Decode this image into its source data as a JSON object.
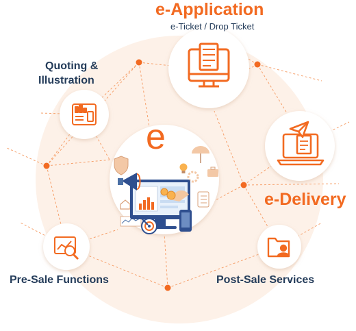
{
  "title": "e-Application",
  "subtitle": "e-Ticket / Drop Ticket",
  "nodes": {
    "quoting": {
      "label_line1": "Quoting &",
      "label_line2": "Illustration",
      "icon": "calculator-chart-icon"
    },
    "application": {
      "icon": "monitor-form-icon"
    },
    "delivery": {
      "label": "e-Delivery",
      "icon": "laptop-paper-plane-icon"
    },
    "presale": {
      "label": "Pre-Sale Functions",
      "icon": "magnifier-chart-icon"
    },
    "postsale": {
      "label": "Post-Sale Services",
      "icon": "folder-user-icon"
    },
    "center": {
      "letter": "e",
      "icon": "digital-marketing-illustration"
    }
  },
  "colors": {
    "accent": "#f26a21",
    "text": "#243c5a",
    "halo": "#fdf1e8",
    "line": "#f6a06b"
  }
}
